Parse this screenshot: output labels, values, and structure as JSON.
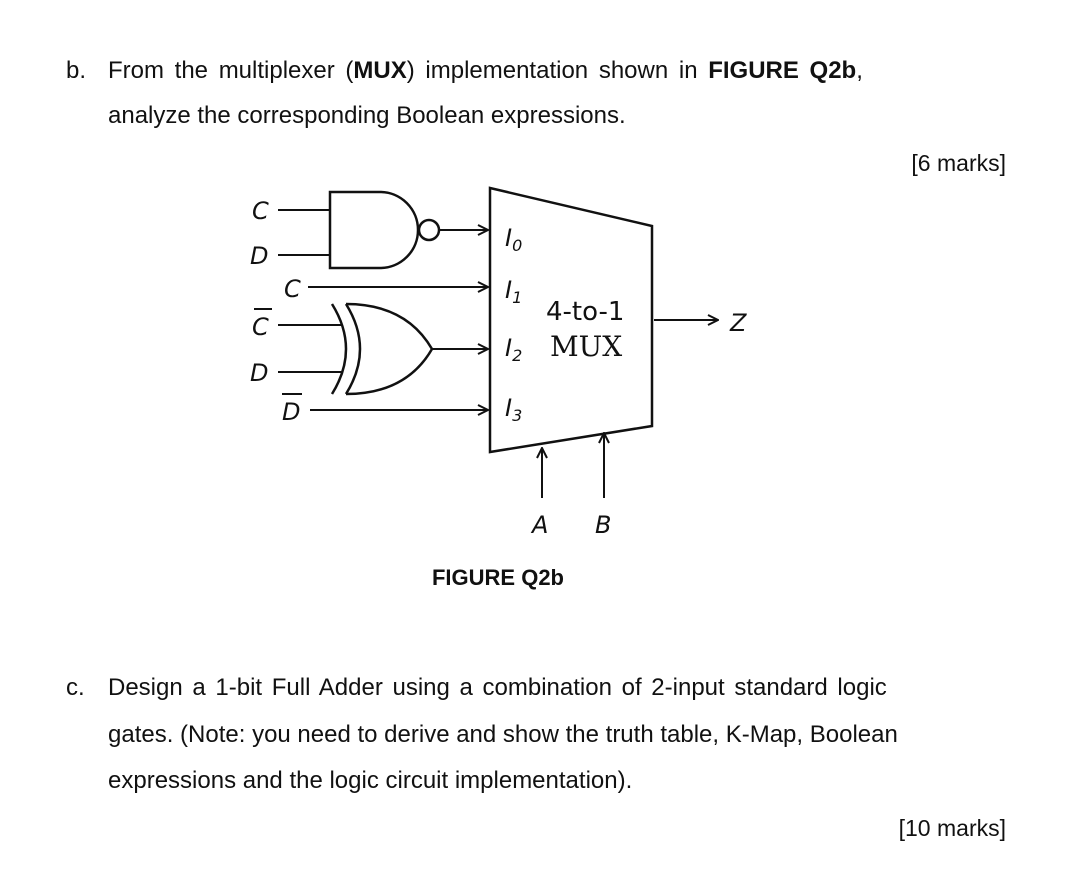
{
  "part_b": {
    "letter": "b.",
    "line1_a": "From the multiplexer (",
    "line1_b": "MUX",
    "line1_c": ") implementation shown in ",
    "line1_d": "FIGURE Q2b",
    "line1_e": ",",
    "line2": "analyze the corresponding Boolean expressions.",
    "marks": "[6 marks]"
  },
  "figure": {
    "caption": "FIGURE Q2b",
    "input_labels": {
      "nand_c": "C",
      "nand_d": "D",
      "i1_c": "C",
      "xor_cbar": "C",
      "xor_d": "D",
      "i3_dbar": "D"
    },
    "mux_inputs": [
      "I",
      "I",
      "I",
      "I"
    ],
    "mux_input_subscripts": [
      "0",
      "1",
      "2",
      "3"
    ],
    "mux_title_line1": "4-to-1",
    "mux_title_line2": "MUX",
    "output_label": "Z",
    "select_labels": [
      "A",
      "B"
    ]
  },
  "part_c": {
    "letter": "c.",
    "line1": "Design a 1-bit Full Adder using a combination of 2-input standard logic",
    "line2": "gates. (Note: you need to derive and show the truth table, K-Map, Boolean",
    "line3": "expressions and the logic circuit implementation).",
    "marks": "[10 marks]"
  }
}
